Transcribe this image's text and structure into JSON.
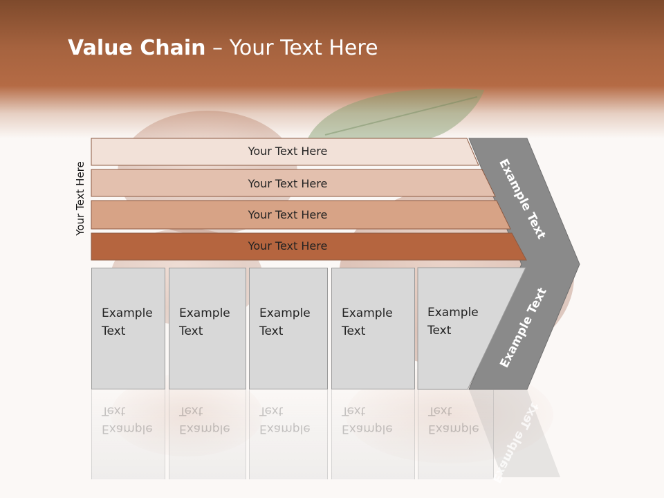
{
  "slide": {
    "title_bold": "Value Chain",
    "title_rest": " – Your Text Here",
    "side_label": "Your Text Here",
    "bars": [
      {
        "label": "Your Text Here"
      },
      {
        "label": "Your Text Here"
      },
      {
        "label": "Your Text Here"
      },
      {
        "label": "Your Text Here"
      }
    ],
    "cells": [
      {
        "line1": "Example",
        "line2": "Text"
      },
      {
        "line1": "Example",
        "line2": "Text"
      },
      {
        "line1": "Example",
        "line2": "Text"
      },
      {
        "line1": "Example",
        "line2": "Text"
      },
      {
        "line1": "Example",
        "line2": "Text"
      }
    ],
    "chevron_top": "Example Text",
    "chevron_bottom": "Example Text"
  },
  "colors": {
    "header_brown": "#b56b45",
    "bar_1": "#f2e1d8",
    "bar_2": "#e3c0ae",
    "bar_3": "#d7a386",
    "bar_4": "#b5653f",
    "chevron": "#8a8a8a",
    "cell": "#d8d8d8"
  }
}
